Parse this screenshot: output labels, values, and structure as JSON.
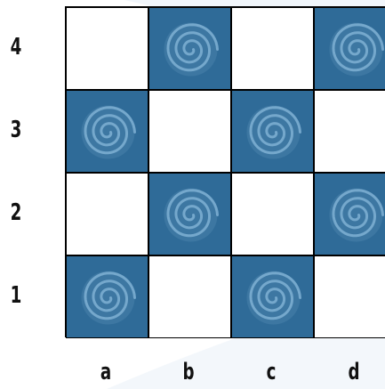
{
  "board": {
    "ranks": [
      "4",
      "3",
      "2",
      "1"
    ],
    "files": [
      "a",
      "b",
      "c",
      "d"
    ],
    "colors": {
      "dark": "#2f6b98",
      "light": "#ffffff",
      "swirl": "#7fb0d4"
    },
    "square_icon": "spiral-icon"
  }
}
